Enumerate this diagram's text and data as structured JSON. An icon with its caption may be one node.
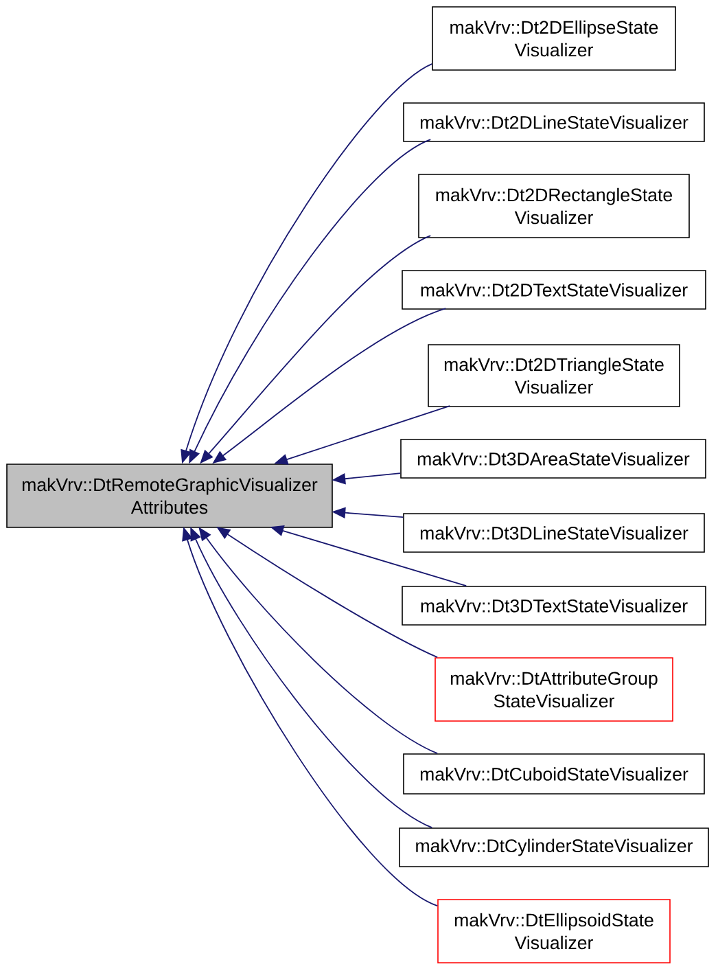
{
  "diagram": {
    "nodes": [
      {
        "text": [
          "makVrv::DtRemoteGraphicVisualizer Attributes"
        ]
      },
      {
        "text": [
          "makVrv::Dt2DEllipseState Visualizer"
        ]
      },
      {
        "text": [
          "makVrv::Dt2DLineStateVisualizer"
        ]
      },
      {
        "text": [
          "makVrv::Dt2DRectangleState Visualizer"
        ]
      },
      {
        "text": [
          "makVrv::Dt2DTextStateVisualizer"
        ]
      },
      {
        "text": [
          "makVrv::Dt2DTriangleState Visualizer"
        ]
      },
      {
        "text": [
          "makVrv::Dt3DAreaStateVisualizer"
        ]
      },
      {
        "text": [
          "makVrv::Dt3DLineStateVisualizer"
        ]
      },
      {
        "text": [
          "makVrv::Dt3DTextStateVisualizer"
        ]
      },
      {
        "text": [
          "makVrv::DtAttributeGroup StateVisualizer"
        ]
      },
      {
        "text": [
          "makVrv::DtCuboidStateVisualizer"
        ]
      },
      {
        "text": [
          "makVrv::DtCylinderStateVisualizer"
        ]
      },
      {
        "text": [
          "makVrv::DtEllipsoidState Visualizer"
        ]
      }
    ],
    "edges": [
      {
        "from": 1,
        "to": 0,
        "arrow": "to"
      },
      {
        "from": 2,
        "to": 0,
        "arrow": "to"
      },
      {
        "from": 3,
        "to": 0,
        "arrow": "to"
      },
      {
        "from": 4,
        "to": 0,
        "arrow": "to"
      },
      {
        "from": 5,
        "to": 0,
        "arrow": "to"
      },
      {
        "from": 6,
        "to": 0,
        "arrow": "to"
      },
      {
        "from": 7,
        "to": 0,
        "arrow": "to"
      },
      {
        "from": 8,
        "to": 0,
        "arrow": "to"
      },
      {
        "from": 9,
        "to": 0,
        "arrow": "to"
      },
      {
        "from": 10,
        "to": 0,
        "arrow": "to"
      },
      {
        "from": 11,
        "to": 0,
        "arrow": "to"
      },
      {
        "from": 12,
        "to": 0,
        "arrow": "to"
      }
    ]
  }
}
